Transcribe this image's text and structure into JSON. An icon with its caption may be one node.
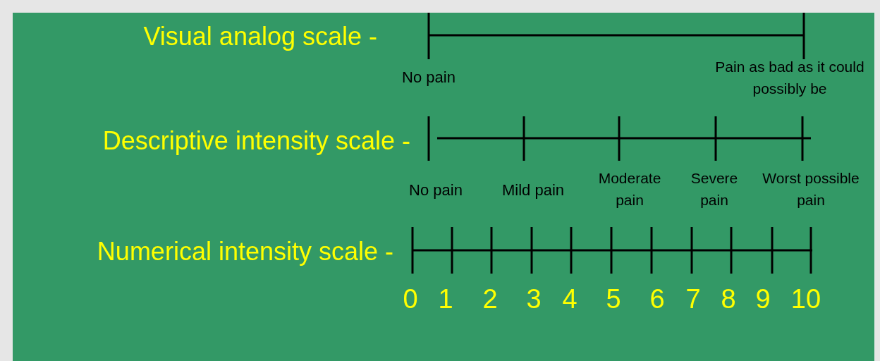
{
  "diagram": {
    "labels": [
      "Visual analog scale -",
      "No pain",
      "Pain as bad as it could possibly be",
      "Descriptive intensity scale -",
      "No pain",
      "Mild pain",
      "Moderate pain",
      "Severe pain",
      "Worst possible pain",
      "Numerical intensity scale -",
      "0",
      "1",
      "2",
      "3",
      "4",
      "5",
      "6",
      "7",
      "8",
      "9",
      "10"
    ]
  }
}
